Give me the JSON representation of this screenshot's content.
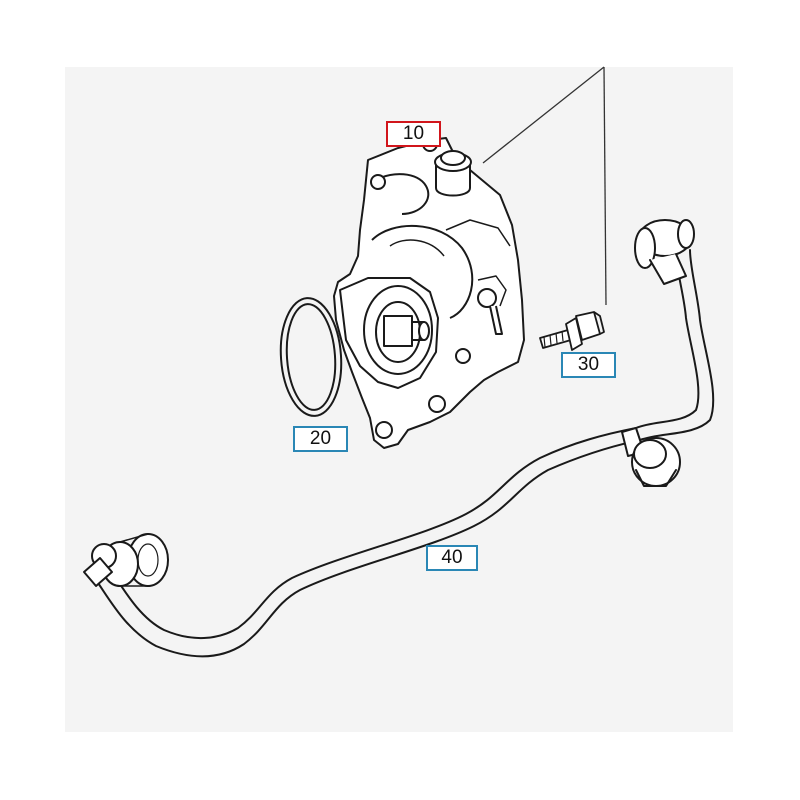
{
  "diagram": {
    "callouts": [
      {
        "id": "10",
        "label": "10",
        "selected": true,
        "border_color": "#d1151b"
      },
      {
        "id": "20",
        "label": "20",
        "selected": false,
        "border_color": "#2a87b5"
      },
      {
        "id": "30",
        "label": "30",
        "selected": false,
        "border_color": "#2a87b5"
      },
      {
        "id": "40",
        "label": "40",
        "selected": false,
        "border_color": "#2a87b5"
      }
    ],
    "parts": [
      {
        "id": "10",
        "icon": "vacuum-pump-icon"
      },
      {
        "id": "20",
        "icon": "o-ring-icon"
      },
      {
        "id": "30",
        "icon": "bolt-icon"
      },
      {
        "id": "40",
        "icon": "vacuum-hose-icon"
      }
    ],
    "colors": {
      "background": "#f4f4f4",
      "line": "#1a1a1a",
      "callout_normal": "#2a87b5",
      "callout_selected": "#d1151b"
    }
  }
}
